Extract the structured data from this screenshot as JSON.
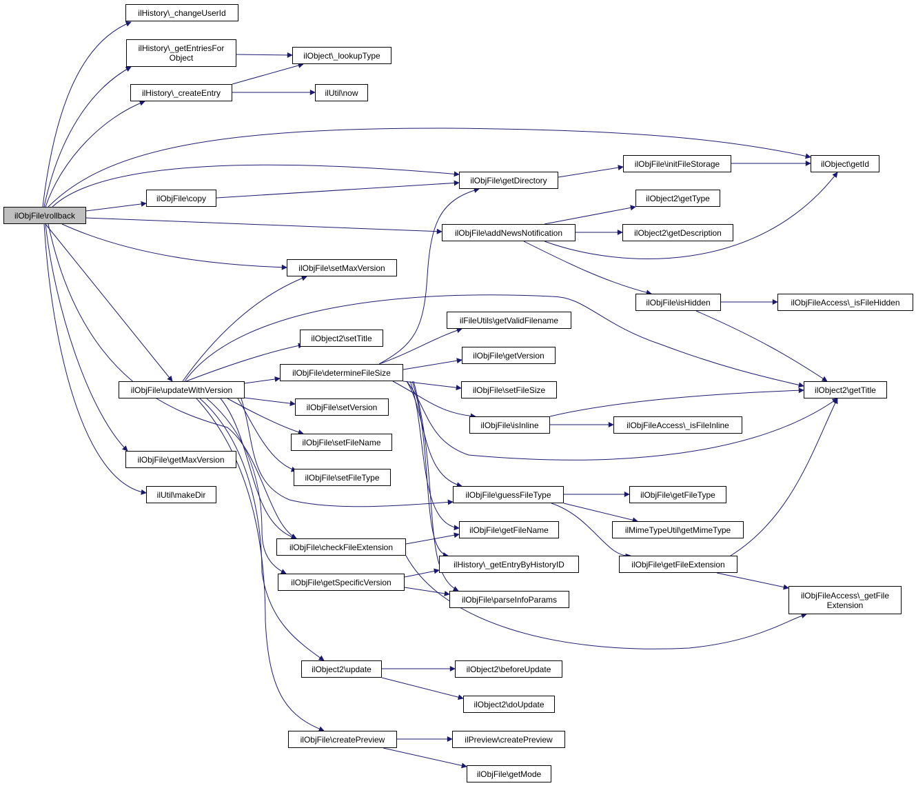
{
  "nodes": {
    "rollback": "ilObjFile\\rollback",
    "changeUserId": "ilHistory\\_changeUserId",
    "getEntriesForObject": "ilHistory\\_getEntriesFor\nObject",
    "lookupType": "ilObject\\_lookupType",
    "createEntry": "ilHistory\\_createEntry",
    "utilNow": "ilUtil\\now",
    "objectGetId": "ilObject\\getId",
    "initFileStorage": "ilObjFile\\initFileStorage",
    "getDirectory": "ilObjFile\\getDirectory",
    "copy": "ilObjFile\\copy",
    "getType": "ilObject2\\getType",
    "addNewsNotification": "ilObjFile\\addNewsNotification",
    "getDescription": "ilObject2\\getDescription",
    "setMaxVersion": "ilObjFile\\setMaxVersion",
    "isHidden": "ilObjFile\\isHidden",
    "isFileHidden": "ilObjFileAccess\\_isFileHidden",
    "getValidFilename": "ilFileUtils\\getValidFilename",
    "setTitle": "ilObject2\\setTitle",
    "getVersion": "ilObjFile\\getVersion",
    "determineFileSize": "ilObjFile\\determineFileSize",
    "updateWithVersion": "ilObjFile\\updateWithVersion",
    "setFileSize": "ilObjFile\\setFileSize",
    "getTitle": "ilObject2\\getTitle",
    "setVersion": "ilObjFile\\setVersion",
    "isInline": "ilObjFile\\isInline",
    "isFileInline": "ilObjFileAccess\\_isFileInline",
    "setFileName": "ilObjFile\\setFileName",
    "getMaxVersion": "ilObjFile\\getMaxVersion",
    "setFileType": "ilObjFile\\setFileType",
    "makeDir": "ilUtil\\makeDir",
    "guessFileType": "ilObjFile\\guessFileType",
    "getFileType": "ilObjFile\\getFileType",
    "getMimeType": "ilMimeTypeUtil\\getMimeType",
    "getFileName": "ilObjFile\\getFileName",
    "checkFileExtension": "ilObjFile\\checkFileExtension",
    "getEntryByHistoryID": "ilHistory\\_getEntryByHistoryID",
    "getFileExtension": "ilObjFile\\getFileExtension",
    "getSpecificVersion": "ilObjFile\\getSpecificVersion",
    "parseInfoParams": "ilObjFile\\parseInfoParams",
    "accessGetFileExtension": "ilObjFileAccess\\_getFile\nExtension",
    "object2Update": "ilObject2\\update",
    "beforeUpdate": "ilObject2\\beforeUpdate",
    "doUpdate": "ilObject2\\doUpdate",
    "createPreview": "ilObjFile\\createPreview",
    "previewCreatePreview": "ilPreview\\createPreview",
    "getMode": "ilObjFile\\getMode"
  },
  "colors": {
    "edge": "#191970",
    "root_fill": "#bfbfbf",
    "node_fill": "#ffffff",
    "node_border": "#000000"
  }
}
